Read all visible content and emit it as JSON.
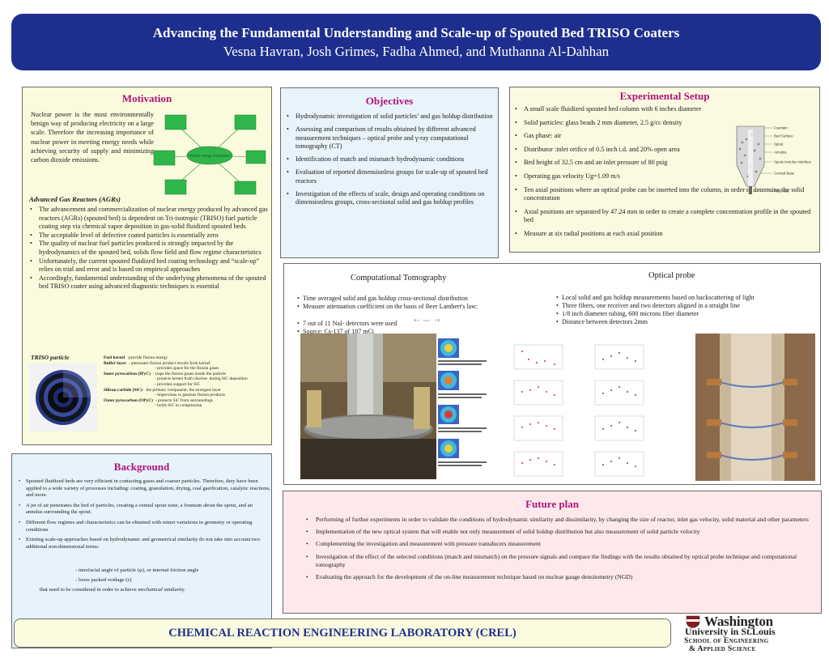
{
  "header": {
    "title": "Advancing the Fundamental Understanding and Scale-up of Spouted Bed TRISO Coaters",
    "authors": "Vesna Havran, Josh Grimes, Fadha Ahmed, and  Muthanna Al-Dahhan"
  },
  "motivation": {
    "title": "Motivation",
    "intro": "Nuclear power is the most environmentally benign way of producing electricity on a large scale. Therefore the increasing importance of nuclear power in meeting energy needs while achieving security of supply and minimizing carbon dioxide emissions.",
    "agr_heading": "Advanced Gas Reactors (AGRs)",
    "agr_items": [
      "The advancement and commercialization of nuclear energy produced by advanced gas reactors (AGRs) (spouted bed) is dependent on Tri-isotropic (TRISO) fuel particle coating step via chemical vapor deposition in gas-solid fluidized spouted beds",
      "The acceptable level of defective coated particles is essentially zero",
      "The quality of nuclear fuel particles produced is strongly impacted by the hydrodynamics of the spouted bed, solids flow field and flow regime characteristics",
      "Unfortunately, the current spouted fluidized bed coating technology and “scale-up” relies on trial and error and is based on empirical approaches",
      "Accordingly, fundamental understanding of the underlying phenomena of the spouted bed TRISO coater using advanced diagnostic techniques is essential"
    ],
    "diagram_center": "Nuclear energy renaissance",
    "triso_label": "TRISO particle",
    "layers": [
      {
        "name": "Fuel kernel",
        "desc": "-provide fission energy"
      },
      {
        "name": "Buffer layer",
        "desc": "- attenuates fission product recoils from kernel"
      },
      {
        "name": "",
        "desc": "- provides space for the fission gases"
      },
      {
        "name": "Inner pyrocarbon (IPyC)",
        "desc": "- traps the fission gases inside the particle"
      },
      {
        "name": "",
        "desc": "- protects kernel from chorine- during SiC deposition"
      },
      {
        "name": "",
        "desc": "- provides support for SiC"
      },
      {
        "name": "Silicon carbide (SiC)-",
        "desc": "the primary component, the strongest layer"
      },
      {
        "name": "",
        "desc": "- impervious to gaseous fission products"
      },
      {
        "name": "Outer pyrocarbon (OPyC)",
        "desc": "- protects  SiC from surroundings"
      },
      {
        "name": "",
        "desc": "- holds SiC in compression"
      }
    ]
  },
  "objectives": {
    "title": "Objectives",
    "items": [
      "Hydrodynamic investigation of solid particles’ and gas holdup distribution",
      "Assessing and comparison of results obtained by different advanced measurement techniques – optical probe and γ-ray computational tomography (CT)",
      "Identification of match and mismatch hydrodynamic conditions",
      "Evaluation of reported dimensionless groups for scale-up of spouted bed reactors",
      "Investigation of the effects of scale, design and operating conditions on dimensionless groups, cross-sectional solid and gas holdup profiles"
    ]
  },
  "setup": {
    "title": "Experimental Setup",
    "items": [
      "A small scale fluidized spouted bed column with 6 inches diameter",
      "Solid particles: glass beads 2 mm diameter, 2.5 g/cc density",
      "Gas phase: air",
      "Distributor :inlet orifice of 0.5 inch i.d. and 20% open area",
      "Bed height of 32.5 cm and an inlet pressure of 80 psig",
      "Operating gas velocity Ug=1.09 m/s",
      "Ten axial positions where an optical probe can be inserted into the column, in order to determine the solid concentration",
      "Axial positions are separated by 47.24 mm in order to create a complete concentration profile in the spouted bed",
      "Measure at six radial positions at each axial position"
    ],
    "figure_labels": [
      "Fountain",
      "Bed Surface",
      "Spout",
      "Annulus",
      "Spout-Annulus Interface",
      "Conical Base",
      "Fluid Inlet"
    ]
  },
  "ct": {
    "title": "Computational Tomography",
    "items": [
      "Time averaged solid and gas holdup cross-sectional distribution",
      "Measure attenuation coefficient on the basis of Beer Lambert's law:",
      "7 out of 11 NaI- detectors were used",
      "Source: Cs-137 of 187 mCi"
    ]
  },
  "optical": {
    "title": "Optical probe",
    "items": [
      "Local solid and gas holdup measurements based on backscattering of light",
      "Three fibers, one receiver and two detectors aligned in a straight line",
      "1/8 inch diameter tubing, 600 microns fiber diameter",
      "Distance between detectors 2mm"
    ]
  },
  "background": {
    "title": "Background",
    "items": [
      "Spouted fluidized beds are very efficient in contacting gases and coarser particles. Therefore, they have been applied to a wide variety of processes including: coating, granulation, drying, coal gasification, catalytic reactions, and more.",
      "A jet of air penetrates the bed of particles, creating a central spout zone, a fountain about the spout, and an annulus surrounding the spout.",
      "Different flow regimes and characteristics can be obtained with minor variations in geometry or operating conditions",
      "Existing scale-up approaches based on hydrodynamic and geometrical similarity do not take into account  two additional non-dimensional terms:"
    ],
    "sub1": "- interfacial angle of particle (φ), or internal friction angle",
    "sub2": "- loose packed voidage (ε)",
    "sub3_pre": "that  need to be considered in order to achieve",
    "sub3_em": "mechanical",
    "sub3_post": "similarity."
  },
  "future": {
    "title": "Future plan",
    "items": [
      "Performing of further experiments  in order to validate the conditions of hydrodynamic similarity and dissimilarity, by changing the size of reactor, inlet gas velocity, solid material and other parameters",
      "Implementation of the new optical system that will enable not only measurement of solid holdup distribution but also measurement of  solid particle velocity",
      "Complementing  the investigation and measurement with pressure transducers measurement",
      "Investigation of the effect of the selected conditions (match and mismatch) on the pressure signals and compare the findings with the results obtained by optical probe technique and computational tomography",
      "Evaluating the approach for the development of the on-line measurement technique based on nuclear gauge densitometry (NGD)"
    ]
  },
  "footer": {
    "lab": "CHEMICAL REACTION ENGINEERING LABORATORY (CREL)",
    "univ_name": "Washington",
    "univ_sub": "University in St.Louis",
    "school_1": "School of Engineering",
    "school_2": "& Applied Science"
  },
  "colors": {
    "header_bg": "#1d2e8e",
    "panel_title": "#b0127a",
    "motivation_bg": "#fafbdc",
    "objectives_bg": "#e8f3fb",
    "future_bg": "#fde9eb"
  }
}
